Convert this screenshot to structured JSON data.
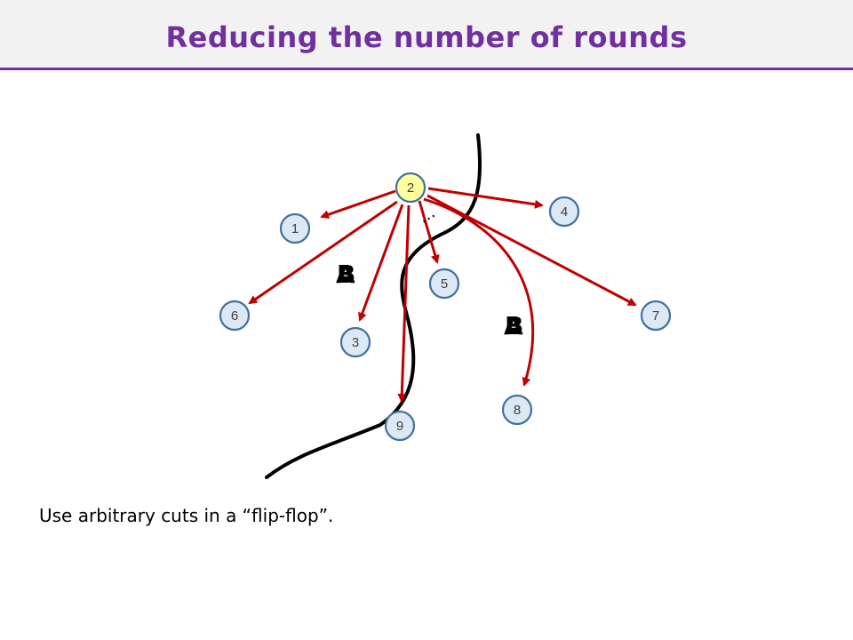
{
  "slide": {
    "title": "Reducing the number of rounds",
    "caption": "Use arbitrary cuts in a “flip-flop”."
  },
  "colors": {
    "title": "#7030a0",
    "arrow": "#c00000",
    "node_fill": "#dde8f5",
    "node_fill_source": "#ffffa0",
    "node_border": "#41719c",
    "cut_line": "#000000"
  },
  "diagram": {
    "source_node": "2",
    "nodes": [
      "1",
      "2",
      "3",
      "4",
      "5",
      "6",
      "7",
      "8",
      "9"
    ],
    "edges": [
      {
        "from": "2",
        "to": "1"
      },
      {
        "from": "2",
        "to": "4"
      },
      {
        "from": "2",
        "to": "5"
      },
      {
        "from": "2",
        "to": "6"
      },
      {
        "from": "2",
        "to": "3"
      },
      {
        "from": "2",
        "to": "9"
      },
      {
        "from": "2",
        "to": "8"
      },
      {
        "from": "2",
        "to": "7"
      }
    ],
    "ellipsis": "…",
    "side_labels": [
      {
        "overlay": [
          "A",
          "B"
        ]
      },
      {
        "overlay": [
          "A",
          "B"
        ]
      }
    ]
  }
}
